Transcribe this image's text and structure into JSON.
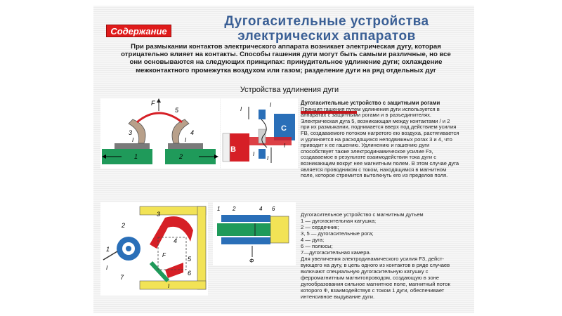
{
  "contents_button": "Содержание",
  "title": {
    "line1": "Дугогасительные устройства",
    "line2": "электрических аппаратов"
  },
  "intro": "При размыкании контактов электрического аппарата возникает электрическая дугу, которая отрицательно влияет на контакты. Способы гашения дуги могут быть самыми различные, но все они основываются на следующих принципах: принудительное удлинение дуги; охлаждение межконтактного промежутка воздухом или газом; разделение дуги на ряд отдельных дуг",
  "subheading": "Устройства удлинения дуги",
  "section1": {
    "heading": "Дугогасительные устройство с защитными рогами",
    "body": "Принцип гашения путем удлинения дуги используется в аппаратах с защитными рогами и в разъединителях. Электрическая дуга 5, возникающая между контактами / и 2 при их размыкании, поднимается вверх под действием усилия FB, создаваемого потоком нагретого ею воздуха, растягивается и удлиняется на расходящихся неподвижных рогах 3 и 4, что приводит к ее гашению. Удлинению и гашению дуги способствует также электродинамическое усилие Fэ, создаваемое в результате взаимодействия тока дуги с возникающим вокруг нее магнитным полем. В этом случае дуга является проводником с током, находящимся в магнитном поле, которое стремится вытолкнуть его из пределов поля."
  },
  "section2": {
    "heading": "Дугогасительное устройство с магнитным дутьем",
    "items": [
      "1 — дугогасительная катушка;",
      "2 — сердечник;",
      "3, 5 — дугогасительные рога;",
      "4 — дуга;",
      "6 — полюсы;",
      "7—дугогасительная камера."
    ],
    "body": "Для увеличения электродинамического усилия F3, дейст-вующего на дугу, в цепь одного из контактов в ряде случаев включают специальную дугогасительную катушку с ферромагнитным магнитопроводом, создающую в зоне дугообразования сильное магнитное поле, магнитный поток которого Ф, взаимодействуя с током 1 дуги, обеспечивает интенсивное выдувание дуги."
  },
  "fig1": {
    "labels": [
      "3",
      "4",
      "5",
      "F",
      "1",
      "2",
      "I",
      "I"
    ]
  },
  "fig2": {
    "labels": [
      "I",
      "I",
      "B",
      "C",
      "I",
      "I",
      "I"
    ]
  },
  "fig3": {
    "labels": [
      "1",
      "2",
      "3",
      "4",
      "5",
      "6",
      "7",
      "F",
      "I",
      "I"
    ]
  },
  "fig4": {
    "labels": [
      "1",
      "2",
      "4",
      "6",
      "Ф"
    ]
  },
  "colors": {
    "title": "#3a5f95",
    "button": "#e01b1b",
    "green": "#1f9a5a",
    "red": "#d61f26",
    "blue": "#2a6fb8",
    "yellow": "#f2e356"
  }
}
